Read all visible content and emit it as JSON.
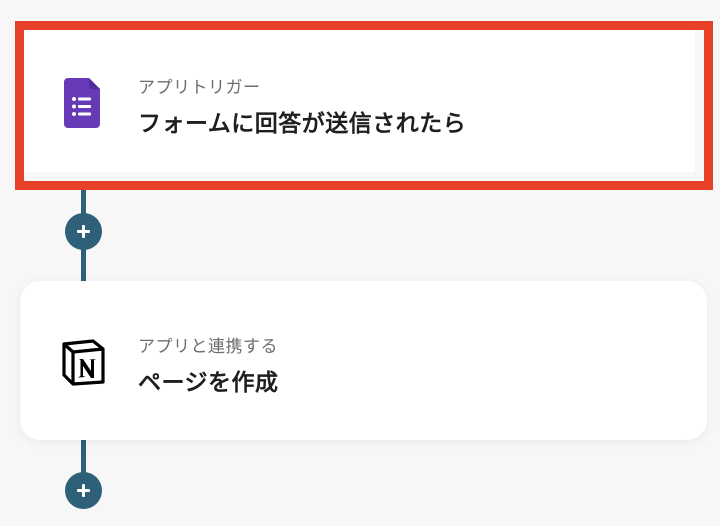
{
  "flow": {
    "steps": [
      {
        "kind_label": "アプリトリガー",
        "title": "フォームに回答が送信されたら",
        "app_icon": "google-forms-icon",
        "selected": true
      },
      {
        "kind_label": "アプリと連携する",
        "title": "ページを作成",
        "app_icon": "notion-icon",
        "selected": false
      }
    ],
    "add_icon": "plus-icon"
  },
  "colors": {
    "selection_border": "#e8412a",
    "connector": "#2f6079",
    "forms_purple": "#673ab7",
    "background": "#f7f7f7"
  }
}
